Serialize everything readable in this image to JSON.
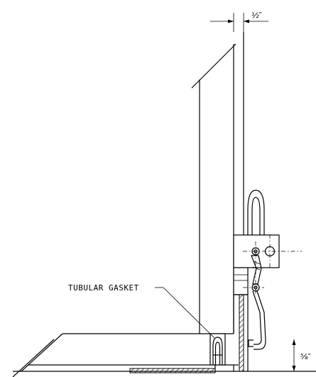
{
  "labels": {
    "gasket": "TUBULAR GASKET",
    "dim_top": "½″",
    "dim_bottom": "⅝″"
  },
  "colors": {
    "line": "#000000",
    "background": "#ffffff"
  }
}
